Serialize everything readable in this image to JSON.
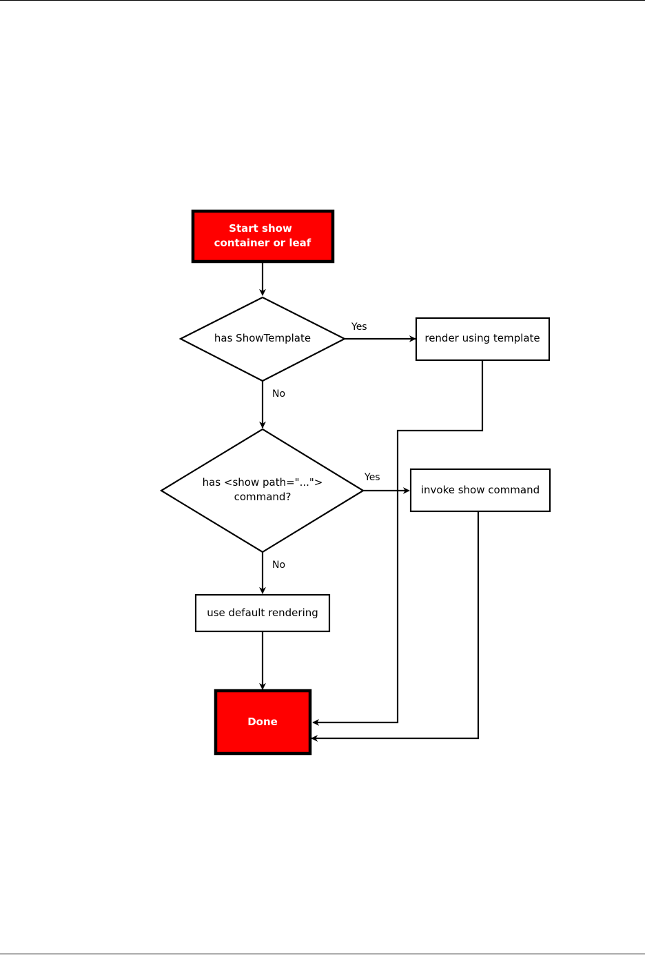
{
  "colors": {
    "terminal_fill": "#ff0000",
    "terminal_text": "#ffffff",
    "line": "#000000",
    "box_fill": "#ffffff"
  },
  "nodes": {
    "start": {
      "line1": "Start show",
      "line2": "container or leaf"
    },
    "decision_template": {
      "label": "has ShowTemplate"
    },
    "render_template": {
      "label": "render using template"
    },
    "decision_show_path": {
      "line1": "has <show path=\"...\">",
      "line2": "command?"
    },
    "invoke_show": {
      "label": "invoke show command"
    },
    "default_render": {
      "label": "use default rendering"
    },
    "done": {
      "label": "Done"
    }
  },
  "edges": {
    "template_yes": "Yes",
    "template_no": "No",
    "show_path_yes": "Yes",
    "show_path_no": "No"
  }
}
